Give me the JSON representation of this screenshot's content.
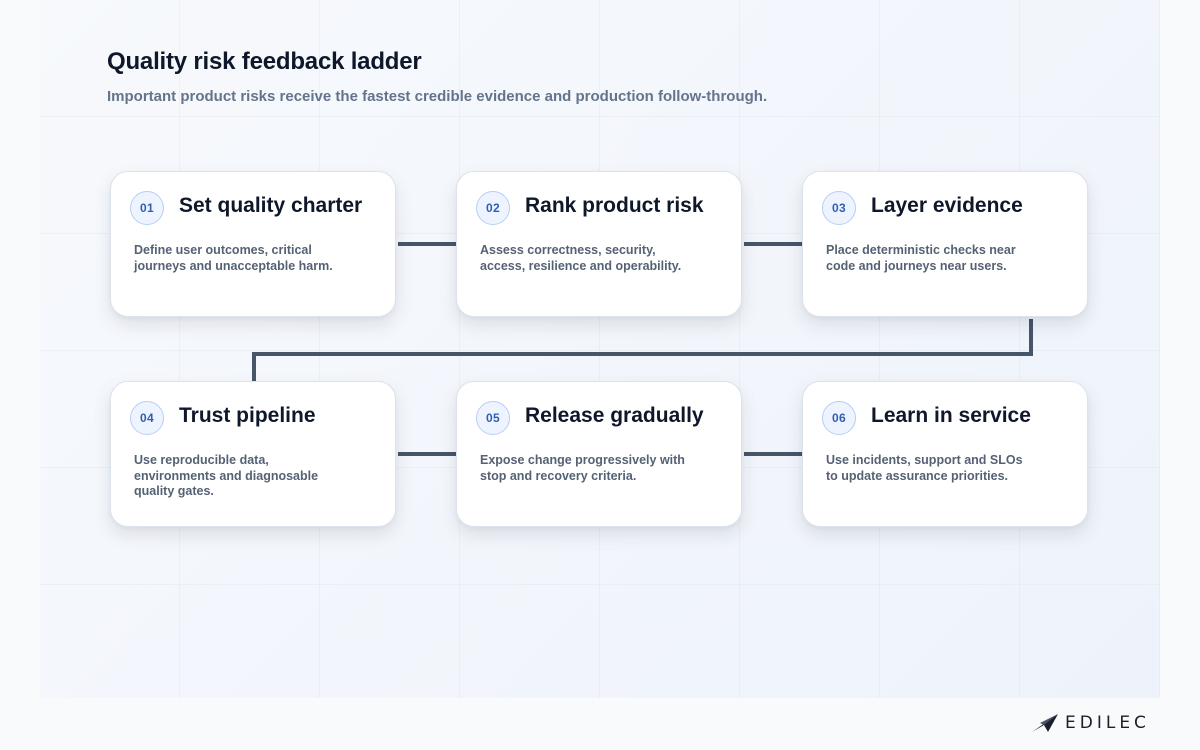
{
  "header": {
    "title": "Quality risk feedback ladder",
    "subtitle": "Important product risks receive the fastest credible evidence and production follow-through."
  },
  "steps": [
    {
      "number": "01",
      "title": "Set quality charter",
      "description": "Define user outcomes, critical journeys and unacceptable harm."
    },
    {
      "number": "02",
      "title": "Rank product risk",
      "description": "Assess correctness, security, access, resilience and operability."
    },
    {
      "number": "03",
      "title": "Layer evidence",
      "description": "Place deterministic checks near code and journeys near users."
    },
    {
      "number": "04",
      "title": "Trust pipeline",
      "description": "Use reproducible data, environments and diagnosable quality gates."
    },
    {
      "number": "05",
      "title": "Release gradually",
      "description": "Expose change progressively with stop and recovery criteria."
    },
    {
      "number": "06",
      "title": "Learn in service",
      "description": "Use incidents, support and SLOs to update assurance priorities."
    }
  ],
  "brand": {
    "name": "EDILEC",
    "icon": "paper-plane-logo-icon"
  },
  "colors": {
    "connector": "#475569",
    "badge_text": "#2f5fb3",
    "badge_border": "#b9cdf3",
    "title": "#0f172a"
  }
}
